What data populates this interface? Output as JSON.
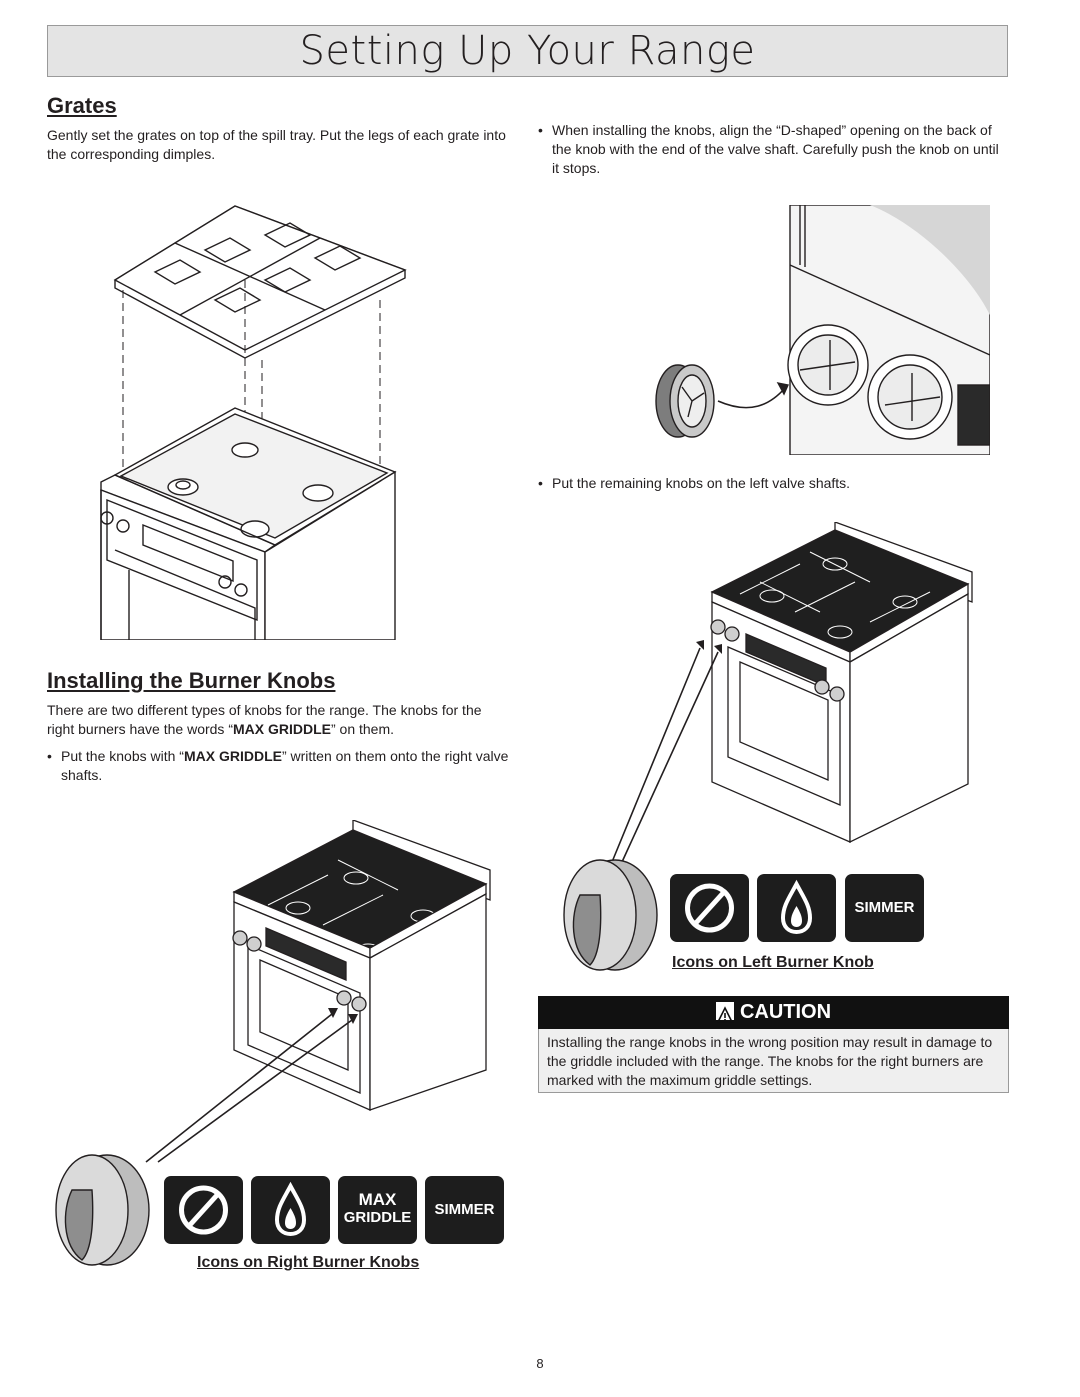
{
  "page_title": "Setting Up Your Range",
  "grates": {
    "heading": "Grates",
    "text": "Gently set the grates on top of the spill tray. Put the legs of each grate into the corresponding dimples."
  },
  "knobs": {
    "heading": "Installing the Burner Knobs",
    "intro_before": "There are two different types of knobs for the range. The knobs for the right burners have the words “",
    "intro_bold": "MAX GRIDDLE",
    "intro_after": "” on them.",
    "bullet1_before": "Put the knobs with “",
    "bullet1_bold": "MAX GRIDDLE",
    "bullet1_after": "” written on them onto the right valve shafts.",
    "bullet2": "When installing the knobs, align the “D-shaped” opening on the back of the knob with the end of the valve shaft. Carefully push the knob on until it stops.",
    "bullet3": "Put the remaining knobs on the left valve shafts.",
    "bullet_symbol": "•"
  },
  "left_knob_icons": {
    "caption": "Icons on Left Burner Knob",
    "icons": [
      "off-icon",
      "flame-icon"
    ],
    "simmer": "SIMMER"
  },
  "right_knob_icons": {
    "caption": "Icons on Right Burner Knobs",
    "icons": [
      "off-icon",
      "flame-icon"
    ],
    "max_line1": "MAX",
    "max_line2": "GRIDDLE",
    "simmer": "SIMMER"
  },
  "caution": {
    "label": "CAUTION",
    "icon": "warning-triangle-icon",
    "text": "Installing the range knobs in the wrong position may result in damage to the griddle included with the range. The knobs for the right burners are marked with the maximum griddle settings."
  },
  "page_number": "8"
}
